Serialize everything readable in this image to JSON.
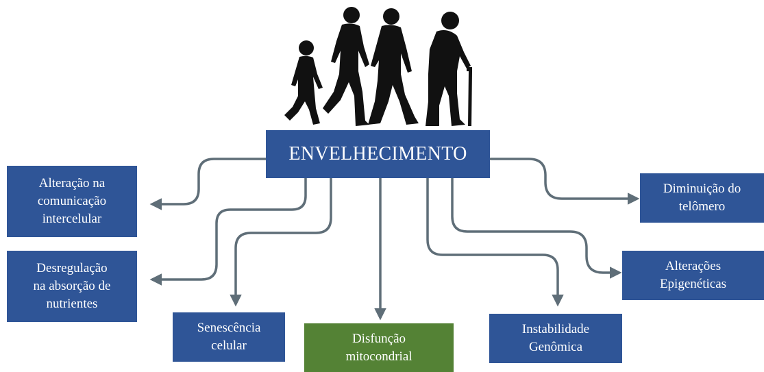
{
  "center": {
    "label": "ENVELHECIMENTO"
  },
  "boxes": {
    "comunicacao": "Alteração na\ncomunicação\nintercelular",
    "nutrientes": "Desregulação\nna absorção de\nnutrientes",
    "senescencia": "Senescência\ncelular",
    "mitocondrial": "Disfunção\nmitocondrial",
    "genomica": "Instabilidade\nGenômica",
    "epigeneticas": "Alterações\nEpigenéticas",
    "telomero": "Diminuição do\ntelômero"
  },
  "icons": {
    "figure": "ageing-silhouettes-icon"
  },
  "colors": {
    "box_blue": "#2f5597",
    "box_green": "#548235",
    "arrow": "#5f6e78",
    "silhouette": "#111111"
  }
}
